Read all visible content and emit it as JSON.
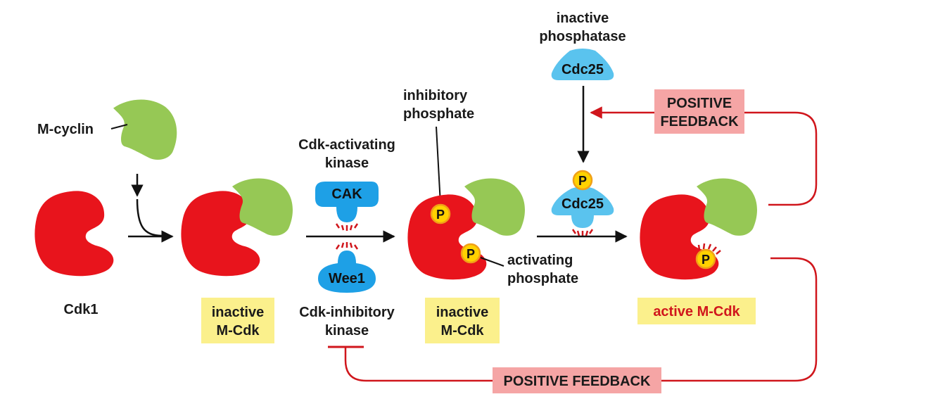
{
  "title": "M-Cdk activation with positive feedback",
  "colors": {
    "cdk": "#e8141c",
    "cyclin": "#96c855",
    "kinase": "#1ea0e6",
    "phosphatase": "#5ac3ee",
    "phosphate_fill": "#ffd200",
    "phosphate_ring": "#f0a018",
    "label_box": "#fbf08c",
    "feedback_box": "#f5a5a5",
    "feedback_line": "#d0161c",
    "arrow": "#111111"
  },
  "labels": {
    "m_cyclin": "M-cyclin",
    "cdk1": "Cdk1",
    "inactive_mcdk_1": [
      "inactive",
      "M-Cdk"
    ],
    "cdk_activating_kinase": [
      "Cdk-activating",
      "kinase"
    ],
    "cak": "CAK",
    "wee1": "Wee1",
    "cdk_inhibitory_kinase": [
      "Cdk-inhibitory",
      "kinase"
    ],
    "inhibitory_phosphate": [
      "inhibitory",
      "phosphate"
    ],
    "activating_phosphate": [
      "activating",
      "phosphate"
    ],
    "inactive_mcdk_2": [
      "inactive",
      "M-Cdk"
    ],
    "inactive_phosphatase": [
      "inactive",
      "phosphatase"
    ],
    "cdc25_inactive": "Cdc25",
    "cdc25_active": "Cdc25",
    "active_mcdk": "active M-Cdk",
    "phosphate_symbol": "P",
    "positive_feedback_top": [
      "POSITIVE",
      "FEEDBACK"
    ],
    "positive_feedback_bottom": "POSITIVE FEEDBACK"
  }
}
